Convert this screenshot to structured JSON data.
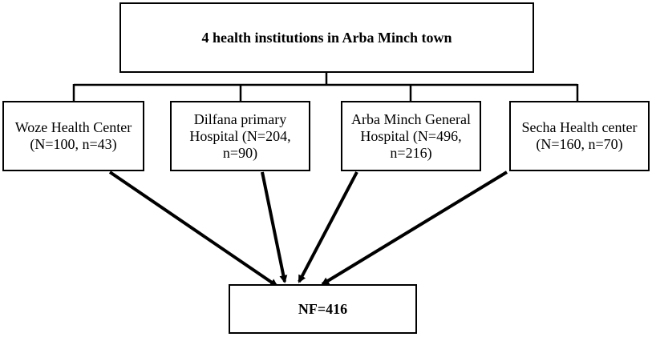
{
  "top": {
    "label": "4 health institutions in Arba Minch town"
  },
  "institutions": [
    {
      "label": "Woze Health Center (N=100, n=43)"
    },
    {
      "label": "Dilfana primary Hospital (N=204, n=90)"
    },
    {
      "label": "Arba Minch General Hospital (N=496, n=216)"
    },
    {
      "label": "Secha Health center (N=160, n=70)"
    }
  ],
  "result": {
    "label": "NF=416"
  },
  "colors": {
    "stroke": "#000000",
    "background": "#ffffff"
  }
}
